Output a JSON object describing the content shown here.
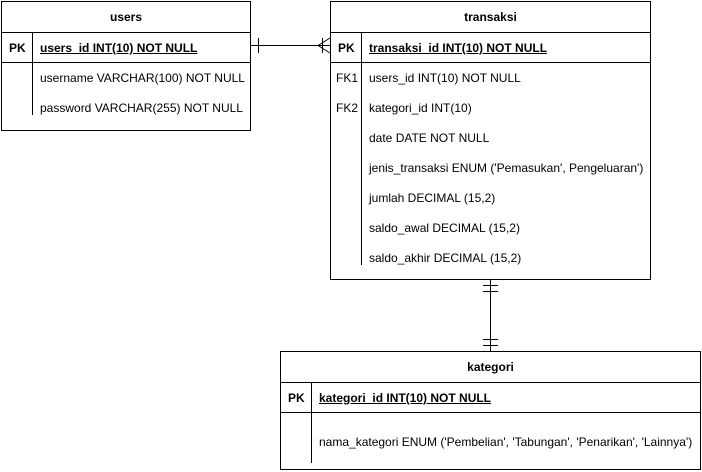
{
  "entities": {
    "users": {
      "title": "users",
      "pk": {
        "key": "PK",
        "field": "users_id INT(10) NOT NULL"
      },
      "fields": [
        {
          "key": "",
          "field": "username VARCHAR(100) NOT NULL"
        },
        {
          "key": "",
          "field": "password VARCHAR(255) NOT NULL"
        }
      ]
    },
    "transaksi": {
      "title": "transaksi",
      "pk": {
        "key": "PK",
        "field": "transaksi_id INT(10) NOT NULL"
      },
      "fields": [
        {
          "key": "FK1",
          "field": "users_id INT(10) NOT NULL"
        },
        {
          "key": "FK2",
          "field": "kategori_id INT(10)"
        },
        {
          "key": "",
          "field": "date DATE NOT NULL"
        },
        {
          "key": "",
          "field": "jenis_transaksi ENUM ('Pemasukan', Pengeluaran')"
        },
        {
          "key": "",
          "field": "jumlah DECIMAL (15,2)"
        },
        {
          "key": "",
          "field": "saldo_awal DECIMAL (15,2)"
        },
        {
          "key": "",
          "field": "saldo_akhir DECIMAL (15,2)"
        }
      ]
    },
    "kategori": {
      "title": "kategori",
      "pk": {
        "key": "PK",
        "field": "kategori_id INT(10) NOT NULL"
      },
      "fields": [
        {
          "key": "",
          "field": "nama_kategori ENUM ('Pembelian', 'Tabungan', 'Penarikan', 'Lainnya')"
        }
      ]
    }
  },
  "relationships": [
    {
      "from": "users",
      "to": "transaksi",
      "from_end": "one",
      "to_end": "many"
    },
    {
      "from": "transaksi",
      "to": "kategori",
      "from_end": "one",
      "to_end": "one"
    }
  ],
  "colors": {
    "line": "#000000",
    "background": "#ffffff"
  }
}
